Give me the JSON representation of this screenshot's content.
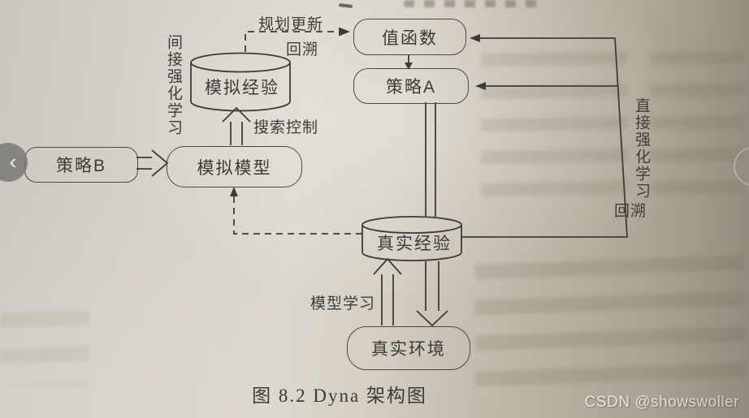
{
  "page": {
    "caption": "图 8.2  Dyna 架构图",
    "watermark": "CSDN @showswoller"
  },
  "carousel": {
    "prev_glyph": "‹"
  },
  "diagram": {
    "nodes": {
      "value_function": "值函数",
      "policy_a": "策略A",
      "policy_b": "策略B",
      "sim_model": "模拟模型",
      "sim_experience": "模拟经验",
      "real_experience": "真实经验",
      "real_environment": "真实环境"
    },
    "edge_labels": {
      "planning_update": "规划更新",
      "backup_top": "回溯",
      "search_control": "搜索控制",
      "model_learning": "模型学习",
      "backup_right": "回溯",
      "indirect_rl": "间接强化学习",
      "direct_rl": "直接强化学习"
    },
    "colors": {
      "line": "#3d3c3a",
      "text": "#3c3b38"
    }
  }
}
